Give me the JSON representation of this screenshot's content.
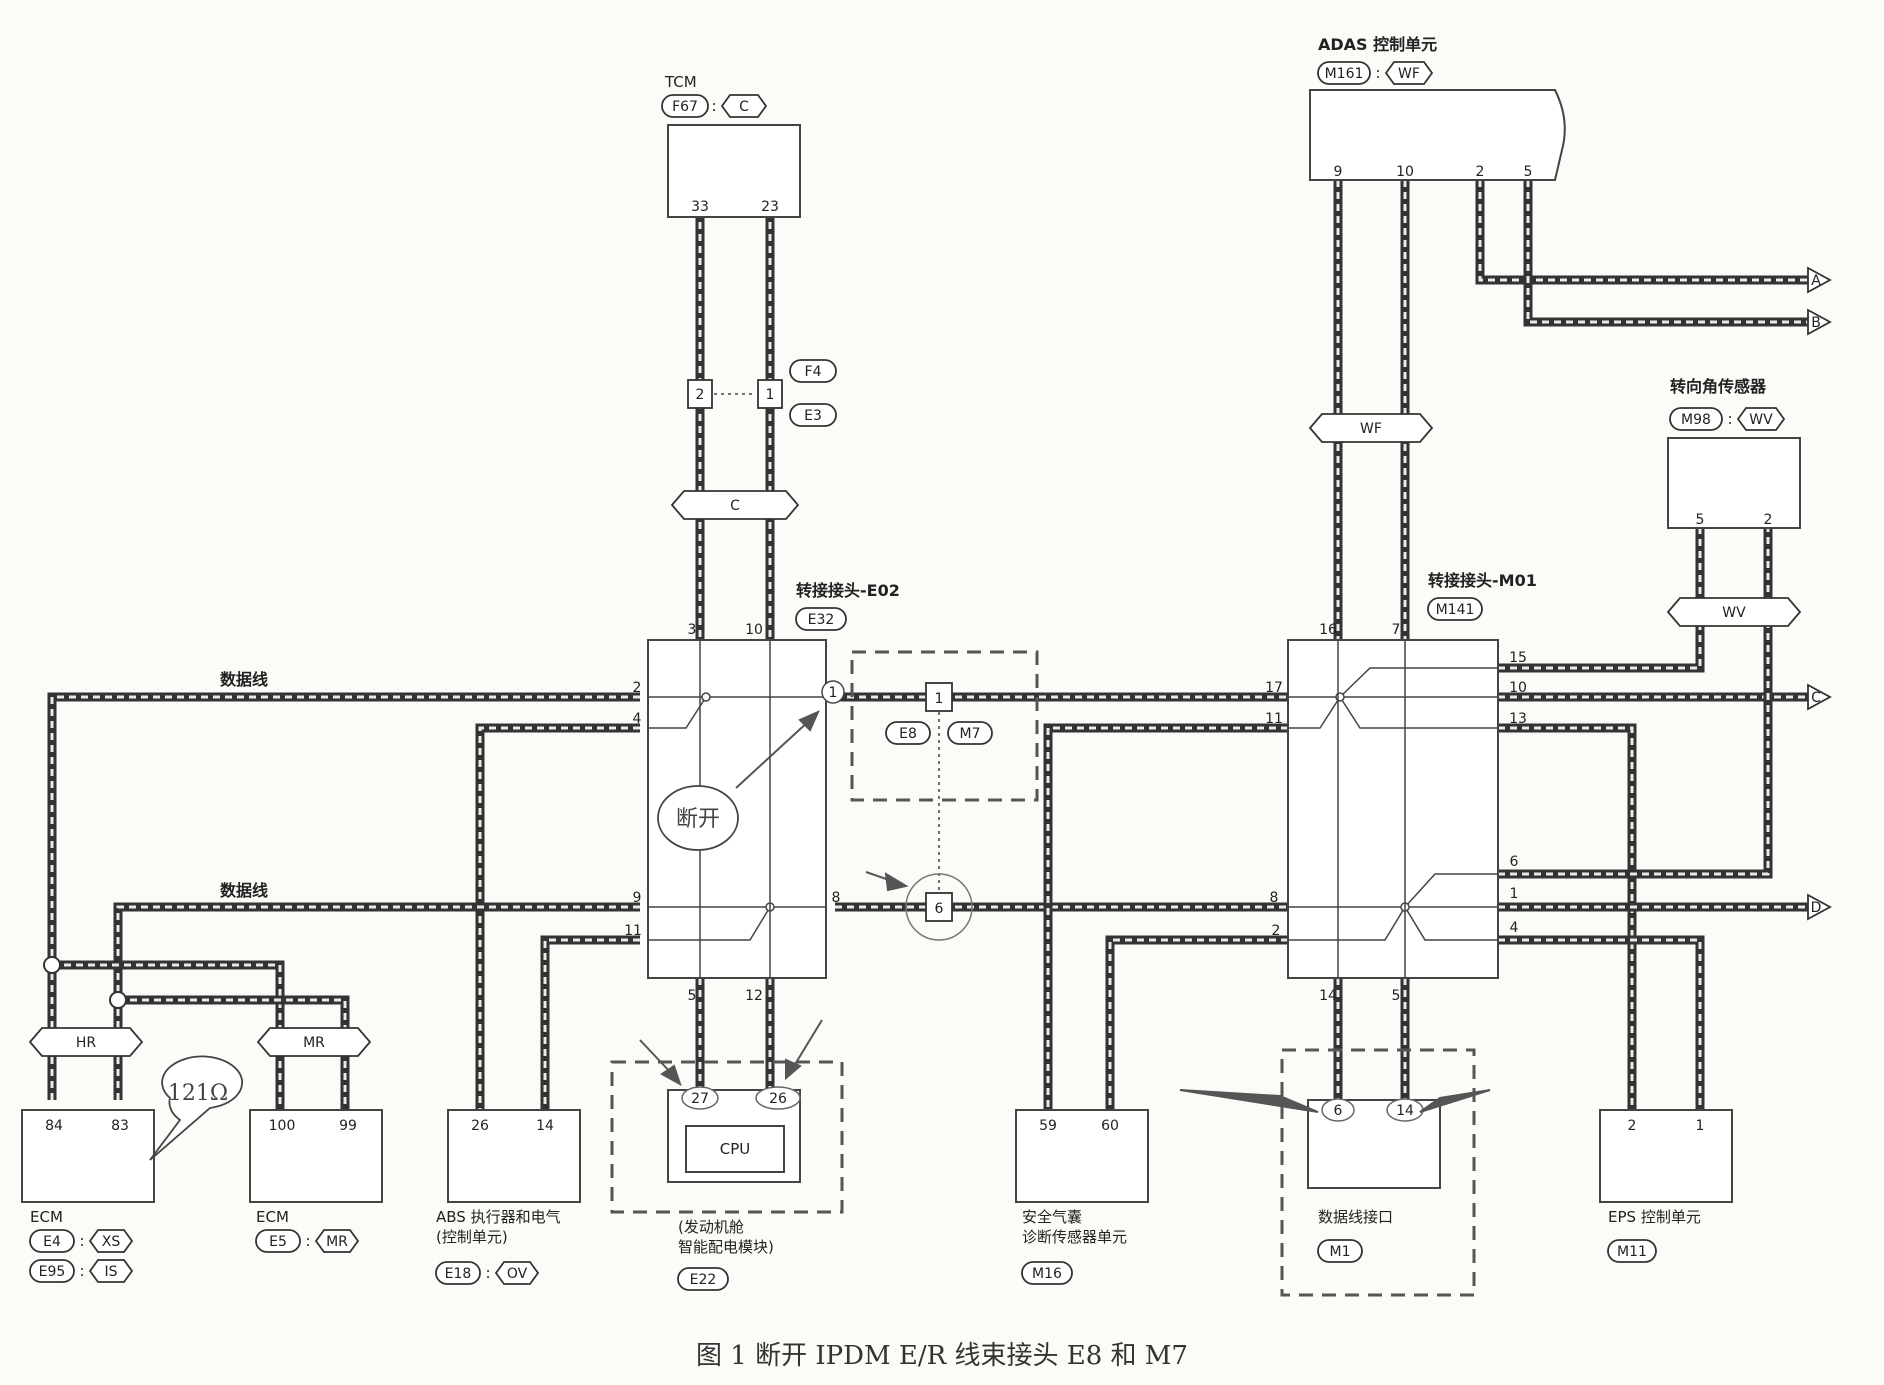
{
  "caption": "图 1 断开 IPDM E/R 线束接头 E8 和 M7",
  "modules": {
    "tcm": {
      "name": "TCM",
      "codes": [
        "F67",
        "C"
      ],
      "pins": [
        "33",
        "23"
      ]
    },
    "adas": {
      "name": "ADAS 控制单元",
      "codes": [
        "M161",
        "WF"
      ],
      "pins": [
        "9",
        "10",
        "2",
        "5"
      ]
    },
    "steering": {
      "name": "转向角传感器",
      "codes": [
        "M98",
        "WV"
      ],
      "pins": [
        "5",
        "2"
      ]
    },
    "ecm1": {
      "name": "ECM",
      "codes": [
        "E4",
        "XS",
        "E95",
        "IS"
      ],
      "pins": [
        "84",
        "83"
      ]
    },
    "ecm2": {
      "name": "ECM",
      "codes": [
        "E5",
        "MR"
      ],
      "pins": [
        "100",
        "99"
      ]
    },
    "abs": {
      "name_line1": "ABS 执行器和电气",
      "name_line2": "(控制单元)",
      "codes": [
        "E18",
        "OV"
      ],
      "pins": [
        "26",
        "14"
      ]
    },
    "ipdm": {
      "name_line1": "(发动机舱",
      "name_line2": "智能配电模块)",
      "code": "E22",
      "cpu": "CPU",
      "pins": [
        "27",
        "26"
      ]
    },
    "airbag": {
      "name_line1": "安全气囊",
      "name_line2": "诊断传感器单元",
      "code": "M16",
      "pins": [
        "59",
        "60"
      ]
    },
    "dlc": {
      "name": "数据线接口",
      "code": "M1",
      "pins": [
        "6",
        "14"
      ]
    },
    "eps": {
      "name": "EPS 控制单元",
      "code": "M11",
      "pins": [
        "2",
        "1"
      ]
    }
  },
  "junctions": {
    "e02": {
      "title": "转接接头-E02",
      "code": "E32",
      "pins": [
        "3",
        "10",
        "2",
        "4",
        "1",
        "9",
        "11",
        "8",
        "5",
        "12"
      ]
    },
    "m01": {
      "title": "转接接头-M01",
      "code": "M141",
      "pins": [
        "16",
        "7",
        "17",
        "11",
        "15",
        "10",
        "13",
        "6",
        "8",
        "2",
        "1",
        "4",
        "14",
        "5"
      ]
    }
  },
  "connectors": {
    "f4e3": {
      "pins": [
        "2",
        "1"
      ],
      "codes": [
        "F4",
        "E3"
      ]
    },
    "e8m7": {
      "pins": [
        "1",
        "6"
      ],
      "codes": [
        "E8",
        "M7"
      ]
    }
  },
  "harness_tags": {
    "c": "C",
    "wf": "WF",
    "wv": "WV",
    "hr": "HR",
    "mr": "MR"
  },
  "wire_labels": {
    "upper": "数据线",
    "lower": "数据线"
  },
  "off_page": [
    "A",
    "B",
    "C",
    "D"
  ],
  "annotations": {
    "disconnect": "断开",
    "resistance": "121Ω"
  }
}
